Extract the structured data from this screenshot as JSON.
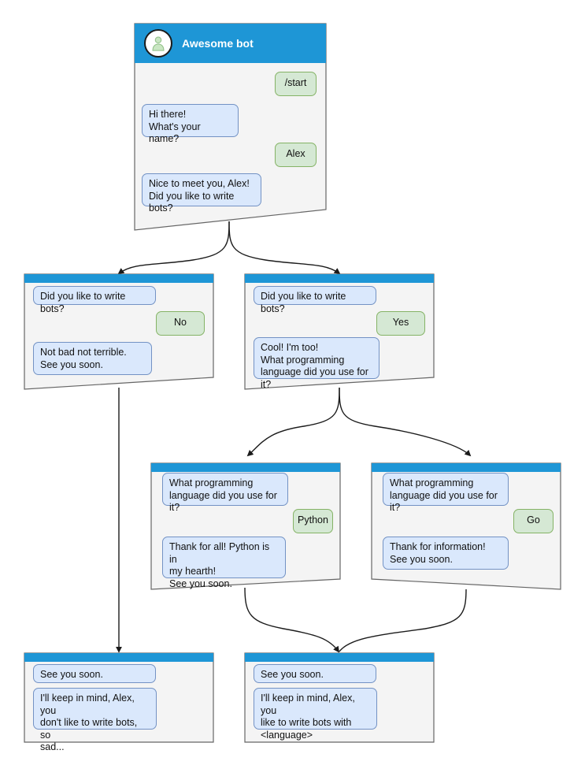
{
  "diagram": {
    "title": "Awesome bot chat flow",
    "colors": {
      "titlebar": "#1e96d6",
      "card_body": "#f4f4f4",
      "card_border": "#666666",
      "bot_bubble_fill": "#dae8fc",
      "bot_bubble_border": "#7392c4",
      "user_bubble_fill": "#d5e8d4",
      "user_bubble_border": "#85b366",
      "edge": "#1b1b1b",
      "canvas": "#ffffff"
    }
  },
  "cards": {
    "start": {
      "header": {
        "title": "Awesome bot",
        "avatar_icon": "person-avatar-icon"
      },
      "messages": [
        {
          "role": "user",
          "text": "/start"
        },
        {
          "role": "bot",
          "text": "Hi there!\nWhat's your name?"
        },
        {
          "role": "user",
          "text": "Alex"
        },
        {
          "role": "bot",
          "text": "Nice to meet you, Alex!\nDid you like to write bots?"
        }
      ]
    },
    "branch_no": {
      "messages": [
        {
          "role": "bot",
          "text": "Did you like to write bots?"
        },
        {
          "role": "user",
          "text": "No"
        },
        {
          "role": "bot",
          "text": "Not bad not terrible.\nSee you soon."
        }
      ]
    },
    "branch_yes": {
      "messages": [
        {
          "role": "bot",
          "text": "Did you like to write bots?"
        },
        {
          "role": "user",
          "text": "Yes"
        },
        {
          "role": "bot",
          "text": "Cool! I'm too!\nWhat programming\nlanguage did you use for it?"
        }
      ]
    },
    "branch_python": {
      "messages": [
        {
          "role": "bot",
          "text": "What programming\nlanguage did you use for it?"
        },
        {
          "role": "user",
          "text": "Python"
        },
        {
          "role": "bot",
          "text": "Thank for all! Python is in\nmy hearth!\nSee you soon."
        }
      ]
    },
    "branch_go": {
      "messages": [
        {
          "role": "bot",
          "text": "What programming\nlanguage did you use for it?"
        },
        {
          "role": "user",
          "text": "Go"
        },
        {
          "role": "bot",
          "text": "Thank for information!\nSee you soon."
        }
      ]
    },
    "end_no": {
      "messages": [
        {
          "role": "bot",
          "text": "See you soon."
        },
        {
          "role": "bot",
          "text": "I'll keep in mind, Alex, you\ndon't like to write bots, so\nsad..."
        }
      ]
    },
    "end_yes": {
      "messages": [
        {
          "role": "bot",
          "text": "See you soon."
        },
        {
          "role": "bot",
          "text": "I'll keep in mind, Alex, you\nlike to write bots with\n<language>"
        }
      ]
    }
  }
}
